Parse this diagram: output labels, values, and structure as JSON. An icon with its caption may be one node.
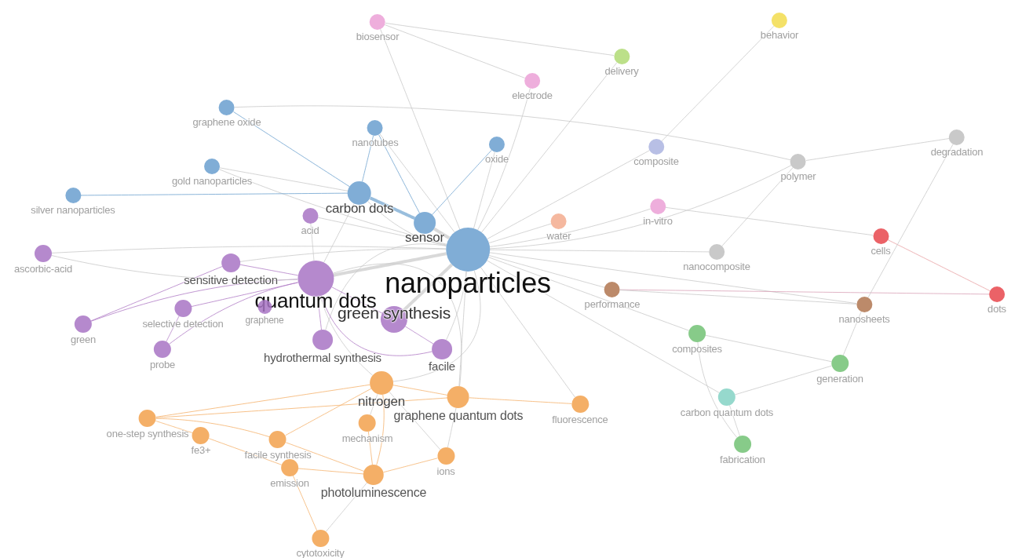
{
  "diagram": {
    "nodes": [
      {
        "text": [
          "biosensor"
        ]
      },
      {
        "text": [
          "behavior"
        ]
      },
      {
        "text": [
          "delivery"
        ]
      },
      {
        "text": [
          "electrode"
        ]
      },
      {
        "text": [
          "graphene oxide"
        ]
      },
      {
        "text": [
          "nanotubes"
        ]
      },
      {
        "text": [
          "oxide"
        ]
      },
      {
        "text": [
          "composite"
        ]
      },
      {
        "text": [
          "polymer"
        ]
      },
      {
        "text": [
          "degradation"
        ]
      },
      {
        "text": [
          "gold nanoparticles"
        ]
      },
      {
        "text": [
          "silver nanoparticles"
        ]
      },
      {
        "text": [
          "carbon dots"
        ]
      },
      {
        "text": [
          "acid"
        ]
      },
      {
        "text": [
          "sensor"
        ]
      },
      {
        "text": [
          "water"
        ]
      },
      {
        "text": [
          "in-vitro"
        ]
      },
      {
        "text": [
          "nanoparticles"
        ]
      },
      {
        "text": [
          "cells"
        ]
      },
      {
        "text": [
          "ascorbic-acid"
        ]
      },
      {
        "text": [
          "sensitive detection"
        ]
      },
      {
        "text": [
          "nanocomposite"
        ]
      },
      {
        "text": [
          "quantum dots"
        ]
      },
      {
        "text": [
          "performance"
        ]
      },
      {
        "text": [
          "nanosheets"
        ]
      },
      {
        "text": [
          "dots"
        ]
      },
      {
        "text": [
          "selective detection"
        ]
      },
      {
        "text": [
          "graphene"
        ]
      },
      {
        "text": [
          "green synthesis"
        ]
      },
      {
        "text": [
          "green"
        ]
      },
      {
        "text": [
          "composites"
        ]
      },
      {
        "text": [
          "probe"
        ]
      },
      {
        "text": [
          "hydrothermal synthesis"
        ]
      },
      {
        "text": [
          "facile"
        ]
      },
      {
        "text": [
          "generation"
        ]
      },
      {
        "text": [
          "nitrogen"
        ]
      },
      {
        "text": [
          "graphene quantum dots"
        ]
      },
      {
        "text": [
          "fluorescence"
        ]
      },
      {
        "text": [
          "carbon quantum dots"
        ]
      },
      {
        "text": [
          "one-step synthesis"
        ]
      },
      {
        "text": [
          "fe3+"
        ]
      },
      {
        "text": [
          "facile synthesis"
        ]
      },
      {
        "text": [
          "mechanism"
        ]
      },
      {
        "text": [
          "fabrication"
        ]
      },
      {
        "text": [
          "ions"
        ]
      },
      {
        "text": [
          "emission"
        ]
      },
      {
        "text": [
          "photoluminescence"
        ]
      },
      {
        "text": [
          "cytotoxicity"
        ]
      }
    ],
    "edges": [
      {
        "from": 17,
        "to": 22,
        "arrow": "none",
        "style": "thick"
      },
      {
        "from": 17,
        "to": 14,
        "arrow": "none",
        "style": "thick"
      },
      {
        "from": 17,
        "to": 28,
        "arrow": "none",
        "style": "thick"
      },
      {
        "from": 17,
        "to": 12,
        "arrow": "none"
      },
      {
        "from": 17,
        "to": 32,
        "arrow": "none"
      },
      {
        "from": 17,
        "to": 20,
        "arrow": "none"
      },
      {
        "from": 17,
        "to": 5,
        "arrow": "none"
      },
      {
        "from": 17,
        "to": 6,
        "arrow": "none"
      },
      {
        "from": 17,
        "to": 3,
        "arrow": "none"
      },
      {
        "from": 17,
        "to": 2,
        "arrow": "none"
      },
      {
        "from": 17,
        "to": 7,
        "arrow": "none"
      },
      {
        "from": 17,
        "to": 15,
        "arrow": "none"
      },
      {
        "from": 17,
        "to": 16,
        "arrow": "none"
      },
      {
        "from": 17,
        "to": 23,
        "arrow": "none"
      },
      {
        "from": 17,
        "to": 21,
        "arrow": "none"
      },
      {
        "from": 17,
        "to": 24,
        "arrow": "none"
      },
      {
        "from": 17,
        "to": 30,
        "arrow": "none"
      },
      {
        "from": 17,
        "to": 35,
        "arrow": "none"
      },
      {
        "from": 17,
        "to": 36,
        "arrow": "none"
      },
      {
        "from": 17,
        "to": 37,
        "arrow": "none"
      },
      {
        "from": 17,
        "to": 33,
        "arrow": "none"
      },
      {
        "from": 17,
        "to": 8,
        "arrow": "none"
      },
      {
        "from": 17,
        "to": 13,
        "arrow": "none"
      },
      {
        "from": 17,
        "to": 10,
        "arrow": "none"
      },
      {
        "from": 17,
        "to": 0,
        "arrow": "none"
      },
      {
        "from": 17,
        "to": 38,
        "arrow": "none"
      },
      {
        "from": 17,
        "to": 19,
        "arrow": "none"
      },
      {
        "from": 22,
        "to": 20,
        "arrow": "none",
        "color": "#b07cc6"
      },
      {
        "from": 22,
        "to": 26,
        "arrow": "none",
        "color": "#b07cc6"
      },
      {
        "from": 22,
        "to": 28,
        "arrow": "none",
        "color": "#b07cc6"
      },
      {
        "from": 22,
        "to": 33,
        "arrow": "none",
        "color": "#b07cc6"
      },
      {
        "from": 22,
        "to": 32,
        "arrow": "none",
        "color": "#b07cc6"
      },
      {
        "from": 22,
        "to": 29,
        "arrow": "none",
        "color": "#b07cc6"
      },
      {
        "from": 22,
        "to": 31,
        "arrow": "none",
        "color": "#b07cc6"
      },
      {
        "from": 22,
        "to": 19,
        "arrow": "none"
      },
      {
        "from": 22,
        "to": 35,
        "arrow": "none"
      },
      {
        "from": 22,
        "to": 36,
        "arrow": "none"
      },
      {
        "from": 22,
        "to": 12,
        "arrow": "none"
      },
      {
        "from": 22,
        "to": 13,
        "arrow": "none"
      },
      {
        "from": 28,
        "to": 33,
        "arrow": "none",
        "color": "#b07cc6"
      },
      {
        "from": 20,
        "to": 29,
        "arrow": "none",
        "color": "#b07cc6"
      },
      {
        "from": 26,
        "to": 31,
        "arrow": "none",
        "color": "#b07cc6"
      },
      {
        "from": 12,
        "to": 14,
        "arrow": "none",
        "style": "thick",
        "color": "#6ea3cf"
      },
      {
        "from": 12,
        "to": 4,
        "arrow": "none",
        "color": "#6ea3cf"
      },
      {
        "from": 12,
        "to": 5,
        "arrow": "none",
        "color": "#6ea3cf"
      },
      {
        "from": 12,
        "to": 11,
        "arrow": "none",
        "color": "#6ea3cf"
      },
      {
        "from": 12,
        "to": 10,
        "arrow": "none"
      },
      {
        "from": 14,
        "to": 5,
        "arrow": "none",
        "color": "#6ea3cf"
      },
      {
        "from": 14,
        "to": 6,
        "arrow": "none",
        "color": "#6ea3cf"
      },
      {
        "from": 4,
        "to": 8,
        "arrow": "none"
      },
      {
        "from": 35,
        "to": 39,
        "arrow": "none",
        "color": "#f5b26b"
      },
      {
        "from": 35,
        "to": 41,
        "arrow": "none",
        "color": "#f5b26b"
      },
      {
        "from": 35,
        "to": 36,
        "arrow": "none",
        "color": "#f5b26b"
      },
      {
        "from": 35,
        "to": 46,
        "arrow": "none",
        "color": "#f5b26b"
      },
      {
        "from": 35,
        "to": 42,
        "arrow": "none"
      },
      {
        "from": 35,
        "to": 44,
        "arrow": "none"
      },
      {
        "from": 36,
        "to": 39,
        "arrow": "none",
        "color": "#f5b26b"
      },
      {
        "from": 36,
        "to": 37,
        "arrow": "none",
        "color": "#f5b26b"
      },
      {
        "from": 36,
        "to": 44,
        "arrow": "none"
      },
      {
        "from": 39,
        "to": 40,
        "arrow": "none",
        "color": "#f5b26b"
      },
      {
        "from": 39,
        "to": 41,
        "arrow": "none",
        "color": "#f5b26b"
      },
      {
        "from": 41,
        "to": 46,
        "arrow": "none",
        "color": "#f5b26b"
      },
      {
        "from": 45,
        "to": 46,
        "arrow": "none",
        "color": "#f5b26b"
      },
      {
        "from": 46,
        "to": 44,
        "arrow": "none",
        "color": "#f5b26b"
      },
      {
        "from": 42,
        "to": 46,
        "arrow": "none",
        "color": "#f5b26b"
      },
      {
        "from": 47,
        "to": 45,
        "arrow": "none",
        "color": "#f5b26b"
      },
      {
        "from": 47,
        "to": 46,
        "arrow": "none"
      },
      {
        "from": 40,
        "to": 45,
        "arrow": "none",
        "color": "#f5b26b"
      },
      {
        "from": 23,
        "to": 25,
        "arrow": "none",
        "color": "#d9a3b8"
      },
      {
        "from": 23,
        "to": 24,
        "arrow": "none"
      },
      {
        "from": 18,
        "to": 25,
        "arrow": "none",
        "color": "#e8a0a3"
      },
      {
        "from": 8,
        "to": 9,
        "arrow": "none"
      },
      {
        "from": 1,
        "to": 7,
        "arrow": "none"
      },
      {
        "from": 2,
        "to": 0,
        "arrow": "none"
      },
      {
        "from": 30,
        "to": 34,
        "arrow": "none"
      },
      {
        "from": 30,
        "to": 43,
        "arrow": "none"
      },
      {
        "from": 38,
        "to": 43,
        "arrow": "none"
      },
      {
        "from": 38,
        "to": 34,
        "arrow": "none"
      },
      {
        "from": 24,
        "to": 34,
        "arrow": "none"
      },
      {
        "from": 0,
        "to": 3,
        "arrow": "none"
      },
      {
        "from": 21,
        "to": 8,
        "arrow": "none"
      },
      {
        "from": 9,
        "to": 24,
        "arrow": "none"
      },
      {
        "from": 16,
        "to": 18,
        "arrow": "none"
      }
    ]
  }
}
